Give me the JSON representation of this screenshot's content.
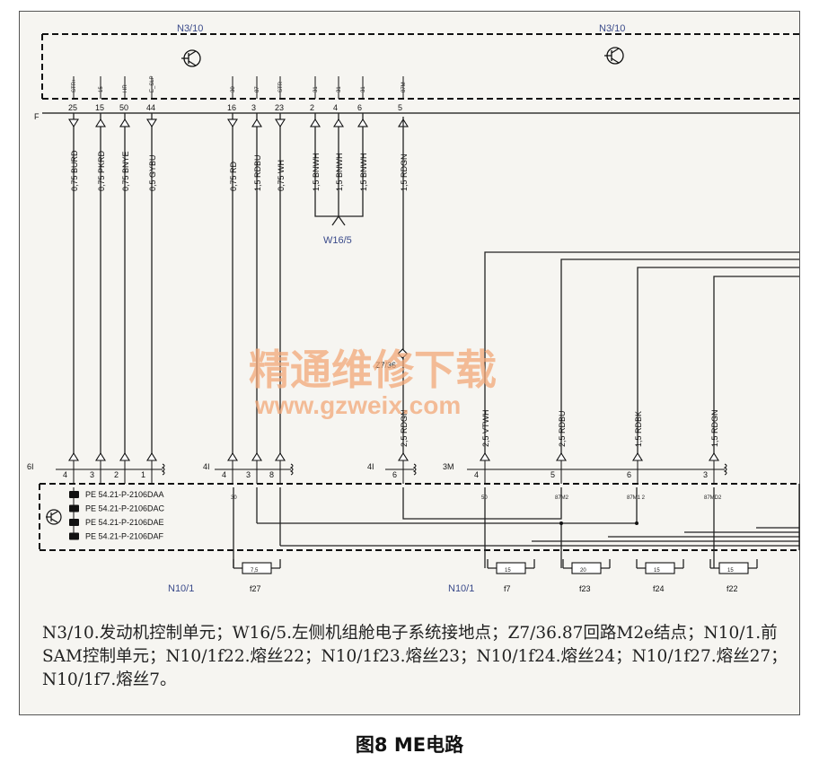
{
  "top_module": {
    "label_left": "N3/10",
    "label_right": "N3/10",
    "connector": "F",
    "pins": [
      {
        "num": "25",
        "tag": "STR+"
      },
      {
        "num": "15",
        "tag": "15"
      },
      {
        "num": "50",
        "tag": "HR"
      },
      {
        "num": "44",
        "tag": "E_SLP"
      },
      {
        "num": "16",
        "tag": "30"
      },
      {
        "num": "3",
        "tag": "87"
      },
      {
        "num": "23",
        "tag": "STR"
      },
      {
        "num": "2",
        "tag": "31"
      },
      {
        "num": "4",
        "tag": "31"
      },
      {
        "num": "6",
        "tag": "31"
      },
      {
        "num": "5",
        "tag": "87M"
      }
    ]
  },
  "wires": [
    "0,75 BURD",
    "0,75 PKRD",
    "0,75 BNYE",
    "0,5 GYBU",
    "0,75 RD",
    "1,5 RDBU",
    "0,75 WH",
    "1,5 BNWH",
    "1,5 BNWH",
    "1,5 BNWH",
    "1,5 RDGN"
  ],
  "ground_label": "W16/5",
  "lower_wires": [
    "2,5 RDGN",
    "2,5 VTWH",
    "2,5 RDBU",
    "1,5 RDBK",
    "1,5 RDGN"
  ],
  "node_label": "Z7/36",
  "watermark": {
    "line1": "精通维修下载",
    "line2": "www.gzweix.com"
  },
  "bottom_module": {
    "connectors": [
      {
        "name": "6I",
        "pins": [
          "4",
          "3",
          "2",
          "1"
        ]
      },
      {
        "name": "4I",
        "pins": [
          "4",
          "3",
          "8"
        ]
      },
      {
        "name": "4I",
        "pins": [
          "6"
        ]
      },
      {
        "name": "3M",
        "pins": [
          "4",
          "5",
          "6",
          "3"
        ]
      }
    ],
    "internal_tags": [
      "30",
      "50",
      "87M2",
      "87M1 2",
      "87MD2"
    ],
    "codes": [
      "PE 54.21-P-2106DAA",
      "PE 54.21-P-2106DAC",
      "PE 54.21-P-2106DAE",
      "PE 54.21-P-2106DAF"
    ],
    "label_left": "N10/1",
    "label_right": "N10/1",
    "fuses": [
      {
        "name": "f27",
        "rating": "7,5"
      },
      {
        "name": "f7",
        "rating": "15"
      },
      {
        "name": "f23",
        "rating": "20"
      },
      {
        "name": "f24",
        "rating": "15"
      },
      {
        "name": "f22",
        "rating": "15"
      }
    ]
  },
  "caption": "N3/10.发动机控制单元；W16/5.左侧机组舱电子系统接地点；Z7/36.87回路M2e结点；N10/1.前SAM控制单元；N10/1f22.熔丝22；N10/1f23.熔丝23；N10/1f24.熔丝24；N10/1f27.熔丝27；N10/1f7.熔丝7。",
  "figure_title": "图8 ME电路"
}
